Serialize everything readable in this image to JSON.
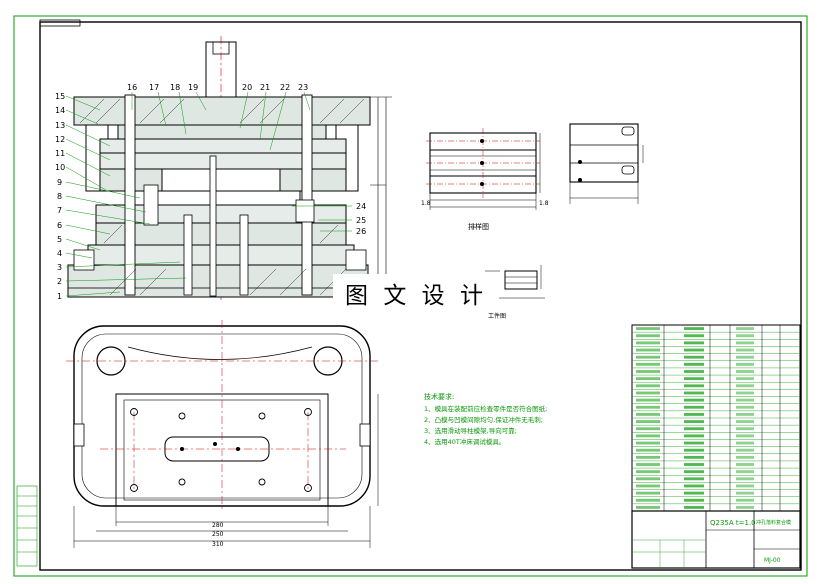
{
  "watermark": "图 文 设 计",
  "part_numbers": [
    "1",
    "2",
    "3",
    "4",
    "5",
    "6",
    "7",
    "8",
    "9",
    "10",
    "11",
    "12",
    "13",
    "14",
    "15"
  ],
  "top_callouts": [
    "16",
    "17",
    "18",
    "19",
    "20",
    "21",
    "22",
    "23"
  ],
  "right_callouts": [
    "24",
    "25",
    "26"
  ],
  "views": {
    "layout_label": "排样图",
    "part_label": "工件图",
    "layout_dim_left": "1.8",
    "layout_dim_right": "1.8",
    "layout_dim_bottom": "",
    "side_dim_bottom": "",
    "side_dim_right": ""
  },
  "tech_notes": {
    "title": "技术要求:",
    "items": [
      "1、模具在装配前应检查零件是否符合图纸;",
      "2、凸模与凹模间隙均匀,保证冲件无毛刺;",
      "3、选用滑动导柱模架,导向可靠;",
      "4、选用40T冲床调试模具。"
    ]
  },
  "plan_dims": [
    "280",
    "250",
    "310"
  ],
  "bom": {
    "rows": 26,
    "material_label": "Q235A t=1.0",
    "drawing_no": "MJ-00",
    "title_cell": "冲孔落料复合模"
  }
}
